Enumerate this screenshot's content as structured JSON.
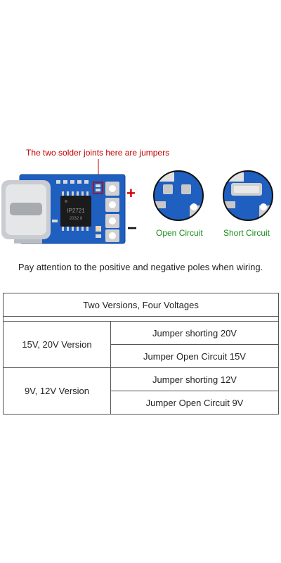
{
  "diagram": {
    "annotation": "The two solder joints here are jumpers",
    "plus_sign": "+",
    "minus_sign": "−",
    "chip_marking": "IP2721",
    "chip_marking_2": "2032 8",
    "open_label": "Open Circuit",
    "short_label": "Short Circuit",
    "colors": {
      "board": "#1f5fbf",
      "annotation": "#c00000",
      "label_green": "#1a8a1a",
      "plus": "#d40000"
    }
  },
  "note": "Pay attention to the positive and negative poles when wiring.",
  "table": {
    "header": "Two Versions, Four Voltages",
    "groups": [
      {
        "version": "15V, 20V Version",
        "rows": [
          "Jumper shorting 20V",
          "Jumper Open Circuit 15V"
        ]
      },
      {
        "version": "9V, 12V Version",
        "rows": [
          "Jumper shorting 12V",
          "Jumper Open Circuit 9V"
        ]
      }
    ]
  }
}
